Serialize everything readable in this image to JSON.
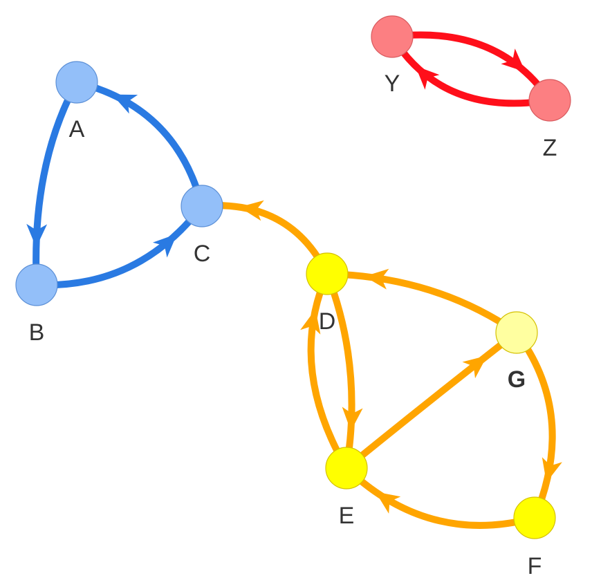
{
  "colors": {
    "blue_edge": "#2a7ae2",
    "blue_node": "#93bff9",
    "blue_node_stroke": "#5b8fd6",
    "orange_edge": "#ffa500",
    "yellow_node": "#ffff00",
    "yellow_node_light": "#ffffa0",
    "yellow_node_stroke": "#d4c000",
    "red_edge": "#ff0f1a",
    "red_node": "#fc7f82",
    "red_node_stroke": "#d85a5e"
  },
  "nodes": [
    {
      "id": "A",
      "label": "A",
      "group": "blue"
    },
    {
      "id": "B",
      "label": "B",
      "group": "blue"
    },
    {
      "id": "C",
      "label": "C",
      "group": "blue"
    },
    {
      "id": "D",
      "label": "D",
      "group": "yellow"
    },
    {
      "id": "E",
      "label": "E",
      "group": "yellow"
    },
    {
      "id": "F",
      "label": "F",
      "group": "yellow"
    },
    {
      "id": "G",
      "label": "G",
      "group": "yellow",
      "highlighted": true
    },
    {
      "id": "Y",
      "label": "Y",
      "group": "red"
    },
    {
      "id": "Z",
      "label": "Z",
      "group": "red"
    }
  ],
  "edges": [
    {
      "from": "A",
      "to": "B",
      "group": "blue"
    },
    {
      "from": "B",
      "to": "C",
      "group": "blue"
    },
    {
      "from": "C",
      "to": "A",
      "group": "blue"
    },
    {
      "from": "D",
      "to": "C",
      "group": "orange"
    },
    {
      "from": "D",
      "to": "E",
      "group": "orange"
    },
    {
      "from": "E",
      "to": "D",
      "group": "orange"
    },
    {
      "from": "E",
      "to": "G",
      "group": "orange"
    },
    {
      "from": "G",
      "to": "D",
      "group": "orange"
    },
    {
      "from": "G",
      "to": "F",
      "group": "orange"
    },
    {
      "from": "F",
      "to": "E",
      "group": "orange"
    },
    {
      "from": "Y",
      "to": "Z",
      "group": "red"
    },
    {
      "from": "Z",
      "to": "Y",
      "group": "red"
    }
  ]
}
